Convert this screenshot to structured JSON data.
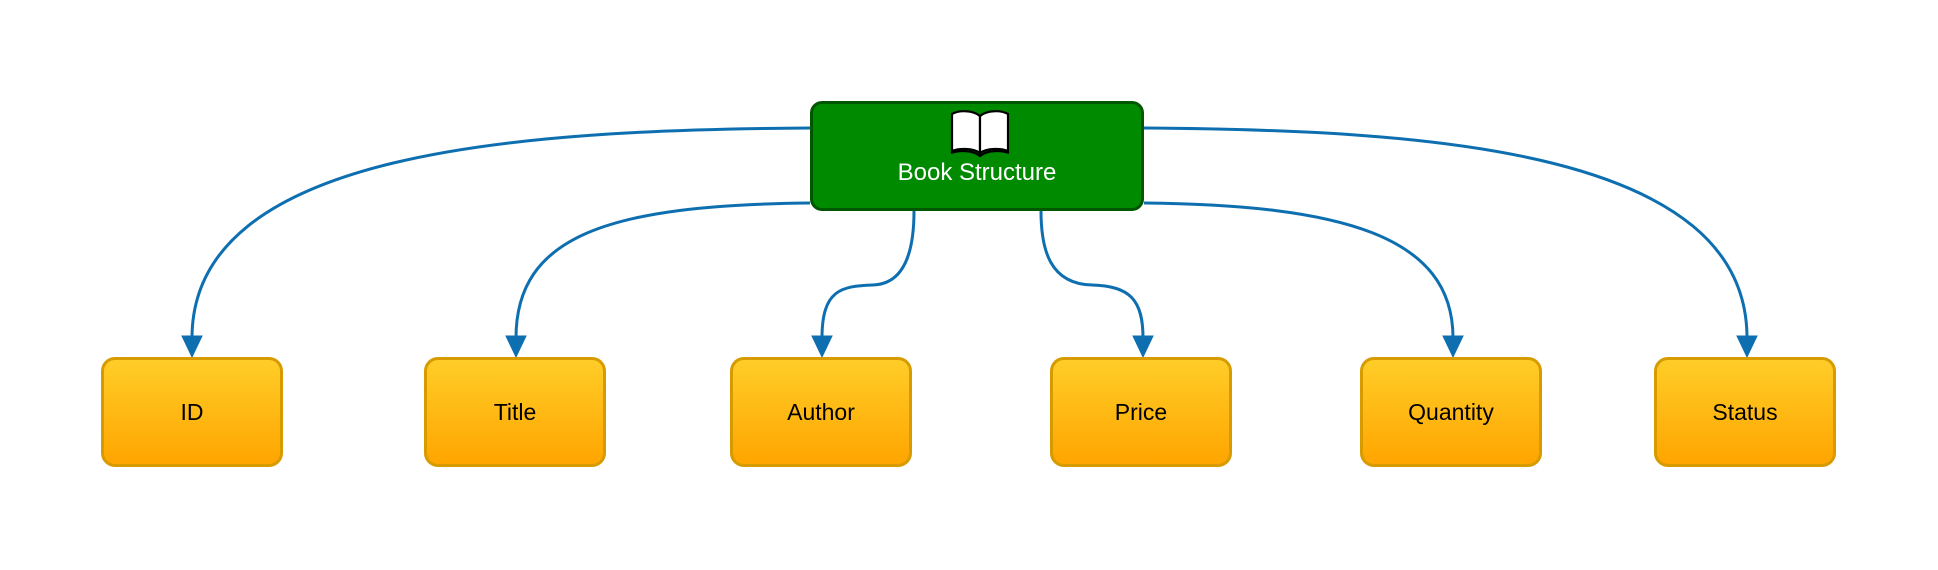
{
  "root": {
    "label": "Book Structure",
    "icon": "open-book-icon",
    "fill_color": "#008a00",
    "border_color": "#005700"
  },
  "children": [
    {
      "label": "ID"
    },
    {
      "label": "Title"
    },
    {
      "label": "Author"
    },
    {
      "label": "Price"
    },
    {
      "label": "Quantity"
    },
    {
      "label": "Status"
    }
  ],
  "colors": {
    "edge": "#0e6fb0",
    "child_fill_top": "#ffcd28",
    "child_fill_bottom": "#ffa500",
    "child_border": "#d79b00"
  }
}
